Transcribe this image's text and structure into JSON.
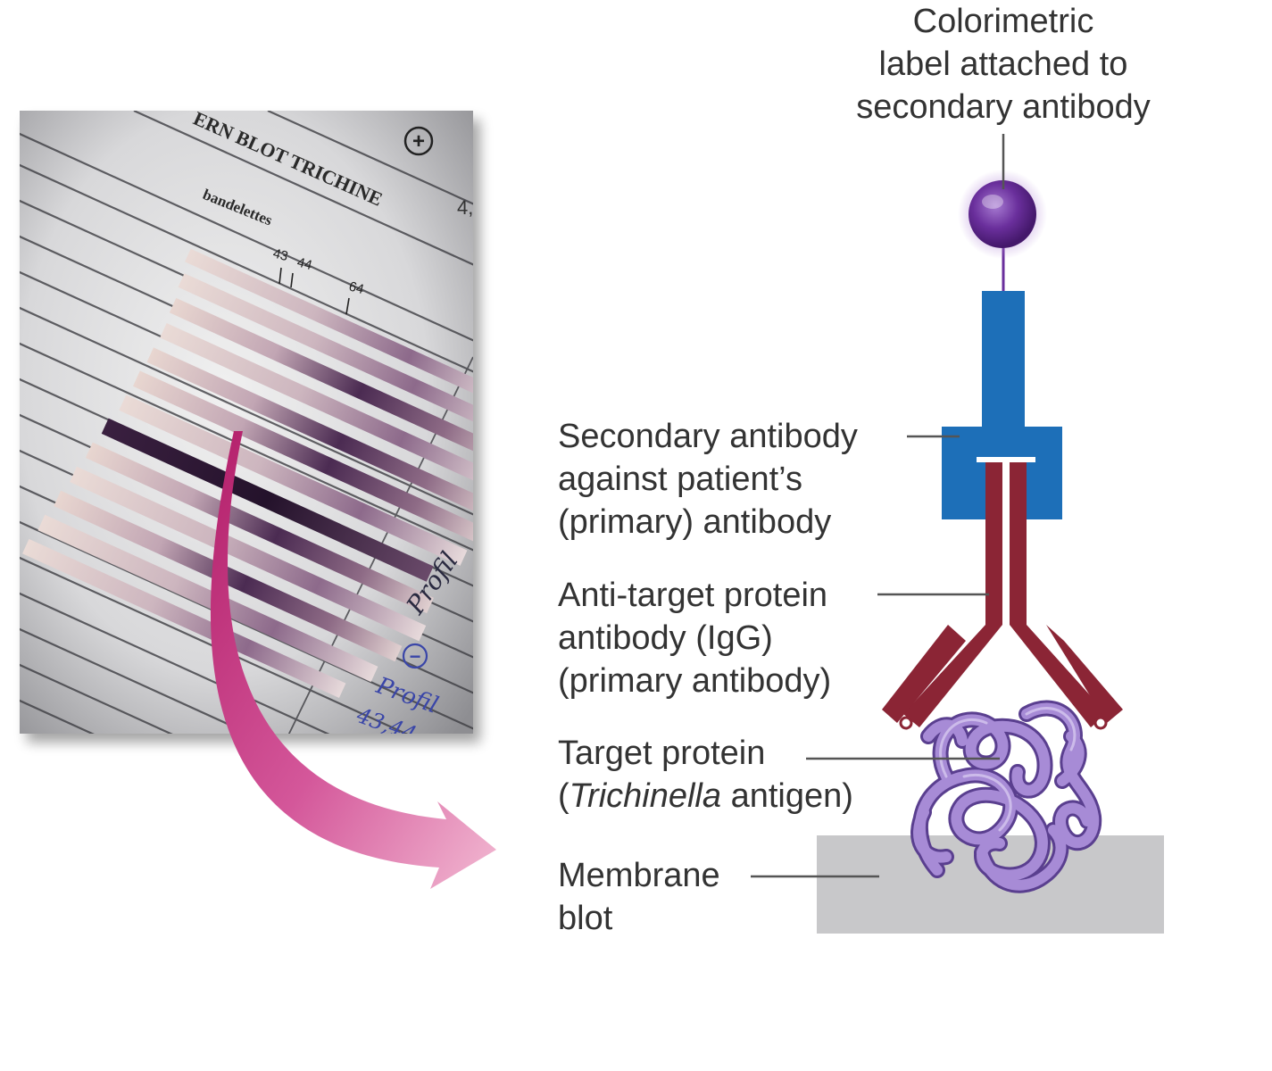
{
  "photo": {
    "sheet_title": "ERN BLOT TRICHINE",
    "sheet_subtitle": "bandelettes",
    "marker_43": "43",
    "marker_44": "44",
    "marker_64": "64",
    "plus_symbol": "+",
    "minus_symbol": "−",
    "handwriting_profil": "Profil",
    "handwriting_profil_2": "Profil",
    "handwriting_number": "43,44",
    "corner_mark": "4,"
  },
  "labels": {
    "colorimetric": {
      "line1": "Colorimetric",
      "line2": "label attached to",
      "line3": "secondary antibody"
    },
    "secondary": {
      "line1": "Secondary antibody",
      "line2": "against patient’s",
      "line3": "(primary) antibody"
    },
    "primary": {
      "line1": "Anti-target protein",
      "line2": "antibody (IgG)",
      "line3": "(primary antibody)"
    },
    "target": {
      "line1": "Target protein",
      "line2_open": "(",
      "line2_italic": "Trichinella",
      "line2_rest": " antigen)"
    },
    "membrane": {
      "line1": "Membrane",
      "line2": "blot"
    }
  },
  "colors": {
    "label_ball": "#6a2f9c",
    "secondary_antibody": "#1d6fb8",
    "primary_antibody": "#8b2535",
    "target_protein": "#9d7fd0",
    "membrane": "#c8c8ca",
    "arrow": "#c8357a",
    "leader_line": "#555555"
  }
}
